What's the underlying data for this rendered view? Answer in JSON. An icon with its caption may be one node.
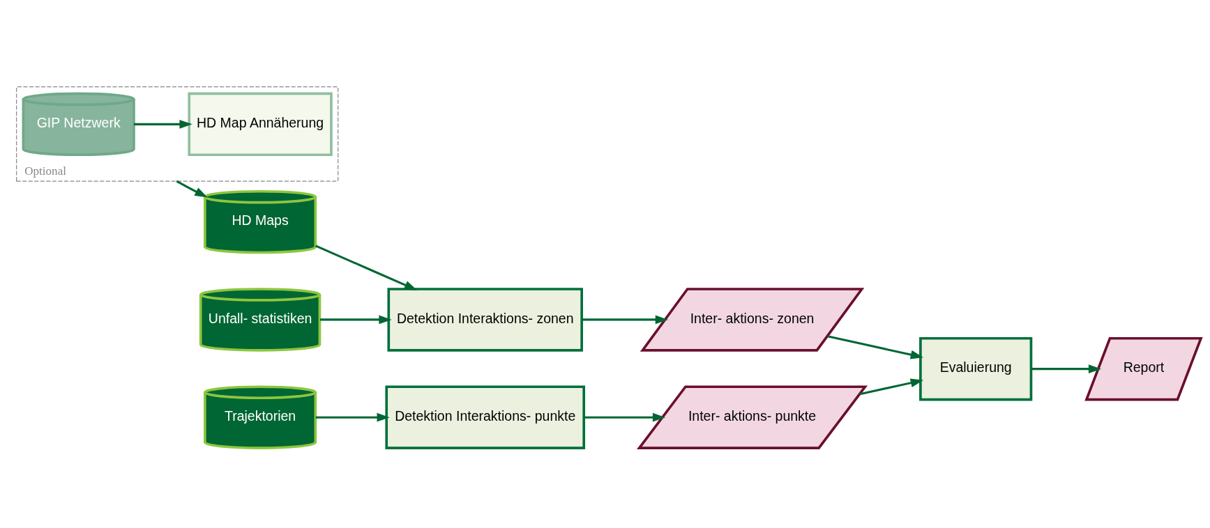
{
  "diagram": {
    "nodes": [
      {
        "text": [
          "Optional"
        ]
      },
      {
        "text": [
          "GIP Netzwerk"
        ],
        "in": 0
      },
      {
        "text": [
          "HD Map Annäherung"
        ],
        "in": 0
      },
      {
        "text": [
          "HD Maps"
        ]
      },
      {
        "text": [
          "Detektion Interaktions- zonen"
        ]
      },
      {
        "text": [
          "Inter- aktions- zonen"
        ]
      },
      {
        "text": [
          "Evaluierung"
        ]
      },
      {
        "text": [
          "Report"
        ]
      },
      {
        "text": [
          "Unfall- statistiken"
        ]
      },
      {
        "text": [
          "Trajektorien"
        ]
      },
      {
        "text": [
          "Detektion Interaktions- punkte"
        ]
      },
      {
        "text": [
          "Inter- aktions- punkte"
        ]
      }
    ],
    "edges": [
      {
        "from": 1,
        "to": 2,
        "arrow": "to"
      },
      {
        "from": 0,
        "to": 3,
        "arrow": "to"
      },
      {
        "from": 3,
        "to": 4,
        "arrow": "to"
      },
      {
        "from": 8,
        "to": 4,
        "arrow": "to"
      },
      {
        "from": 4,
        "to": 5,
        "arrow": "to"
      },
      {
        "from": 5,
        "to": 6,
        "arrow": "to"
      },
      {
        "from": 6,
        "to": 7,
        "arrow": "to"
      },
      {
        "from": 9,
        "to": 10,
        "arrow": "to"
      },
      {
        "from": 10,
        "to": 11,
        "arrow": "to"
      },
      {
        "from": 11,
        "to": 6,
        "arrow": "to"
      }
    ]
  }
}
